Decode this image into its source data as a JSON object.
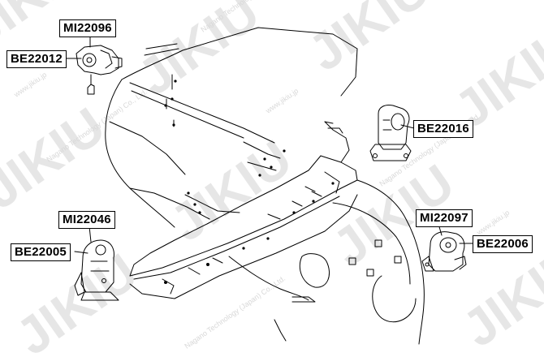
{
  "colors": {
    "line": "#000000",
    "watermark": "#cfcfcf",
    "background": "#ffffff"
  },
  "labels": {
    "mi22096": "MI22096",
    "be22012": "BE22012",
    "be22016": "BE22016",
    "mi22046": "MI22046",
    "be22005": "BE22005",
    "mi22097": "MI22097",
    "be22006": "BE22006"
  },
  "watermark": {
    "logo_text": "JIKIU",
    "company_text": "Nagano Technology (Japan) Co., Ltd.",
    "url_text": "www.jikiu.jp"
  }
}
